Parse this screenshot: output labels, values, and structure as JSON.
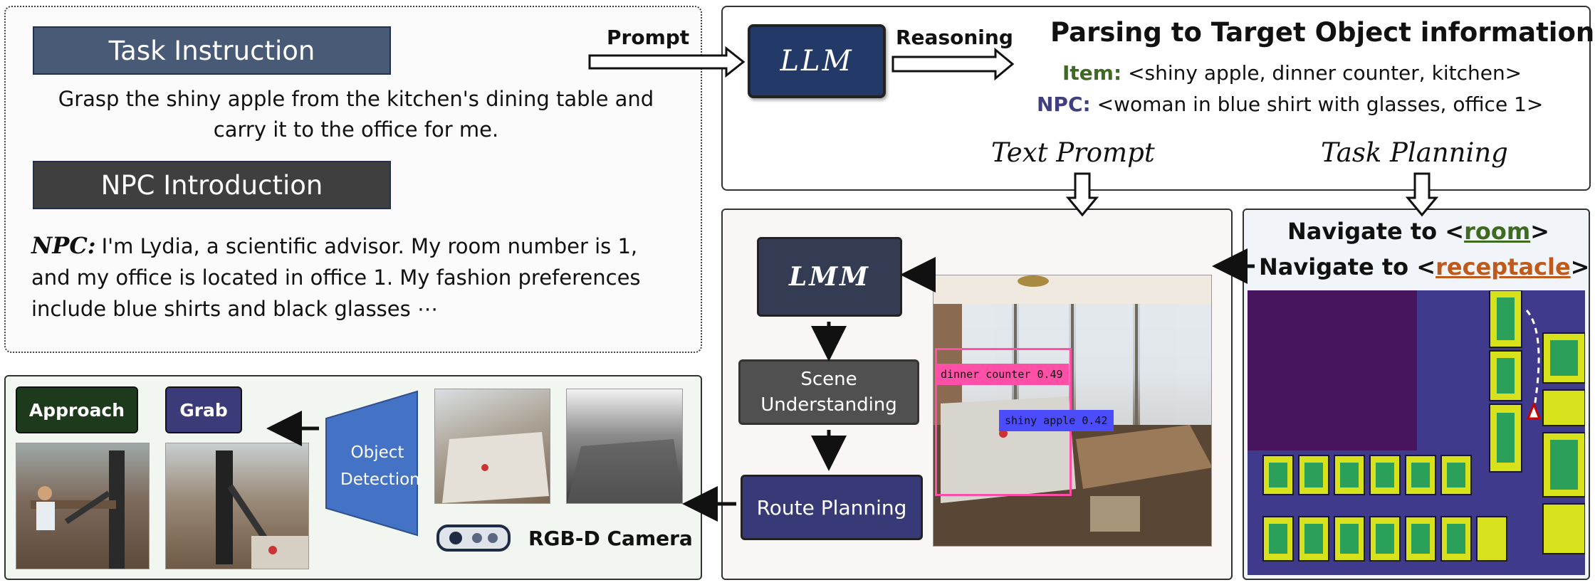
{
  "task": {
    "header": "Task Instruction",
    "text": "Grasp the shiny apple from the kitchen's dining table and carry it to the office for me."
  },
  "npc": {
    "header": "NPC Introduction",
    "prefix": "NPC:",
    "text": "I'm Lydia, a scientific advisor. My room number is 1, and my office is located in office 1. My fashion preferences include blue shirts and black glasses ⋯"
  },
  "arrows": {
    "prompt": "Prompt",
    "reasoning": "Reasoning"
  },
  "llm": {
    "label": "LLM"
  },
  "parsing": {
    "title": "Parsing to Target Object information",
    "item_key": "Item:",
    "item_value": "<shiny apple, dinner counter, kitchen>",
    "npc_key": "NPC:",
    "npc_value": "<woman in blue shirt with glasses, office 1>"
  },
  "labels": {
    "text_prompt": "Text Prompt",
    "task_planning": "Task Planning"
  },
  "center": {
    "lmm": "LMM",
    "scene": "Scene Understanding",
    "route": "Route Planning",
    "det1": "dinner counter 0.49",
    "det2": "shiny apple 0.42"
  },
  "nav": {
    "prefix": "Navigate to <",
    "room": "room",
    "receptacle": "receptacle",
    "suffix": ">"
  },
  "bottom": {
    "approach": "Approach",
    "grab": "Grab",
    "object_detection": "Object Detection",
    "camera": "RGB-D Camera"
  },
  "colors": {
    "header_task": "#485a76",
    "header_npc": "#3f3f40",
    "llm_box": "#233a68",
    "item_key": "#3e6b21",
    "npc_key": "#3f3f7f",
    "room": "#3e6b21",
    "receptacle": "#c05a1a",
    "detector": "#4472c4",
    "approach": "#1e3a1c",
    "grab": "#3b3b7a",
    "lmm": "#333c52",
    "scene": "#505050",
    "route": "#383a78"
  }
}
